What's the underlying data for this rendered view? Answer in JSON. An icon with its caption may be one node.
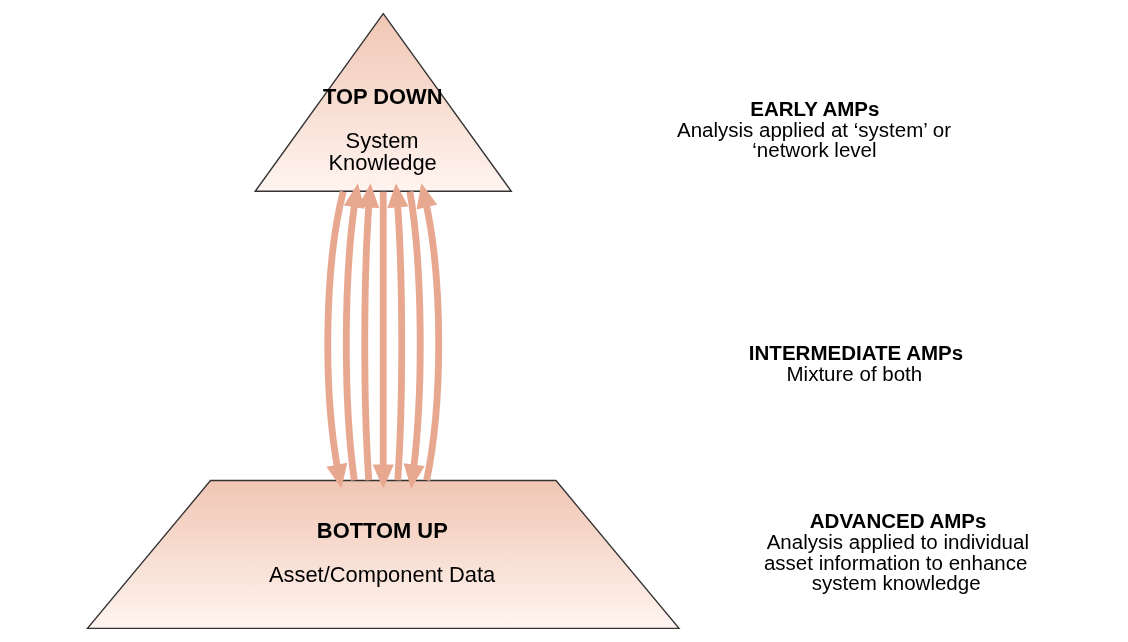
{
  "diagram": {
    "nodes": [
      {
        "text": [
          "TOP DOWN",
          "System Knowledge"
        ]
      },
      {
        "text": [
          "BOTTOM UP",
          "Asset/Component Data"
        ]
      }
    ],
    "edges": [
      {
        "from": 1,
        "to": 0,
        "arrow": "to"
      },
      {
        "from": 0,
        "to": 1,
        "arrow": "to"
      },
      {
        "from": 1,
        "to": 0,
        "arrow": "to"
      },
      {
        "from": 0,
        "to": 1,
        "arrow": "to"
      },
      {
        "from": 1,
        "to": 0,
        "arrow": "to"
      },
      {
        "from": 0,
        "to": 1,
        "arrow": "to"
      },
      {
        "from": 1,
        "to": 0,
        "arrow": "to"
      }
    ],
    "labels": [
      "EARLY AMPs",
      "Analysis applied at ‘system’ or ‘network level",
      "INTERMEDIATE AMPs",
      "Mixture of both",
      "ADVANCED AMPs",
      "Analysis applied to individual asset information to enhance system knowledge"
    ]
  }
}
